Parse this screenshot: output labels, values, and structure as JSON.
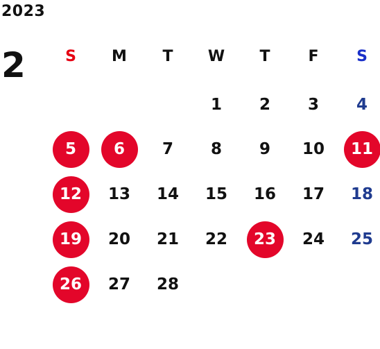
{
  "year": "2023",
  "month": "2",
  "colors": {
    "sunday_label": "#e60012",
    "saturday_label": "#1a30c9",
    "saturday_date": "#1f3b8f",
    "holiday_circle": "#e3062a",
    "holiday_text": "#ffffff",
    "text": "#111111"
  },
  "weekdays": [
    {
      "label": "S",
      "type": "sun"
    },
    {
      "label": "M",
      "type": "weekday"
    },
    {
      "label": "T",
      "type": "weekday"
    },
    {
      "label": "W",
      "type": "weekday"
    },
    {
      "label": "T",
      "type": "weekday"
    },
    {
      "label": "F",
      "type": "weekday"
    },
    {
      "label": "S",
      "type": "sat"
    }
  ],
  "weeks": [
    [
      null,
      null,
      null,
      {
        "day": "1"
      },
      {
        "day": "2"
      },
      {
        "day": "3"
      },
      {
        "day": "4",
        "sat": true
      }
    ],
    [
      {
        "day": "5",
        "holiday": true
      },
      {
        "day": "6",
        "holiday": true
      },
      {
        "day": "7"
      },
      {
        "day": "8"
      },
      {
        "day": "9"
      },
      {
        "day": "10"
      },
      {
        "day": "11",
        "holiday": true
      }
    ],
    [
      {
        "day": "12",
        "holiday": true
      },
      {
        "day": "13"
      },
      {
        "day": "14"
      },
      {
        "day": "15"
      },
      {
        "day": "16"
      },
      {
        "day": "17"
      },
      {
        "day": "18",
        "sat": true
      }
    ],
    [
      {
        "day": "19",
        "holiday": true
      },
      {
        "day": "20"
      },
      {
        "day": "21"
      },
      {
        "day": "22"
      },
      {
        "day": "23",
        "holiday": true
      },
      {
        "day": "24"
      },
      {
        "day": "25",
        "sat": true
      }
    ],
    [
      {
        "day": "26",
        "holiday": true
      },
      {
        "day": "27"
      },
      {
        "day": "28"
      },
      null,
      null,
      null,
      null
    ]
  ]
}
